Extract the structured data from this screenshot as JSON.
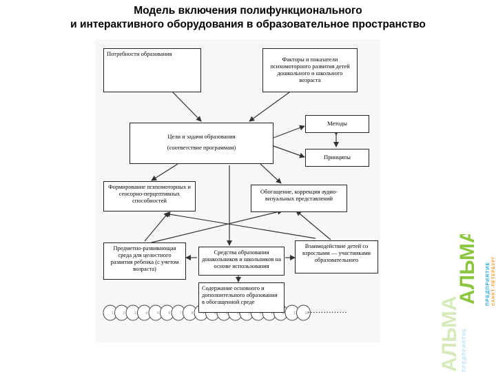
{
  "title": {
    "line1": "Модель включения полифункционального",
    "line2": "и интерактивного оборудования в образовательное пространство"
  },
  "boxes": {
    "needs": "Потребности образования",
    "factors": "Факторы и показатели психомоторного развития детей дошкольного и школьного возраста",
    "goals_line1": "Цели и задачи образования",
    "goals_line2": "(соответствие программам)",
    "methods": "Методы",
    "principles": "Принципы",
    "formation": "Формирование психомоторных и сенсорно-перцептивных способностей",
    "enrichment": "Обогащение, коррекция аудио-визуальных представлений",
    "environment": "Предметно-развивающая среда для целостного развития ребенка (с учетом возраста)",
    "means": "Средства образования дошкольников и школьников на основе использования",
    "interaction": "Взаимодействие детей со взрослыми — участниками образовательного",
    "content": "Содержание основного и дополнительного образования в обогащенной среде"
  },
  "chain": {
    "numbers": [
      "1",
      "2",
      "3",
      "4",
      "5",
      "6",
      "7",
      "8",
      "9",
      "10",
      "11",
      "12",
      "13",
      "14",
      "15",
      "16",
      "17",
      "18"
    ],
    "ellipsis": "……………"
  },
  "logo": {
    "brand": "АЛЬМА",
    "tagline1": "ПРЕДПРИЯТИЕ",
    "tagline2": "САНКТ-ПЕТЕРБУРГ",
    "colors": [
      "#8cc63f",
      "#29abe2",
      "#f7941d"
    ]
  }
}
